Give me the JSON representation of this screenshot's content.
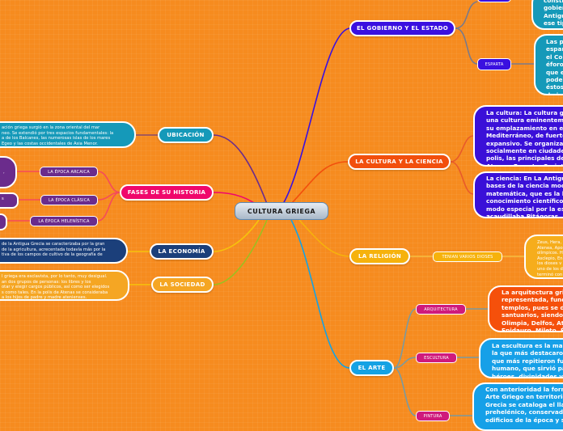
{
  "central": {
    "label": "CULTURA GRIEGA"
  },
  "right": {
    "gobierno": {
      "label": "EL GOBIERNO Y EL ESTADO",
      "children": [
        {
          "label": "",
          "text": "constitu\ngobier\nAntigu\nese tip"
        },
        {
          "label": "ESPARTA",
          "text": "Las p\nespar\nel Co\néforo\nque e\npoder\néstos\nde je"
        }
      ]
    },
    "cultura": {
      "label": "LA CULTURA Y LA CIENCIA",
      "children": [
        {
          "text": "La cultura: La cultura griega fue\nuna cultura eminentemente\nsu emplazamiento en el\nMediterráneo, de fuerte\nexpansivo. Se organizaba\nsocialmente en ciudades\npolis, las principales de\nAtenas, Esparta, Corinto"
        },
        {
          "text": "La ciencia: En La Antigua\nbases de la ciencia moderna\nmatemática, que es la base\nconocimiento científico,\nmodo especial por la escuela\nacaudillaba Pitágoras."
        }
      ]
    },
    "religion": {
      "label": "LA RELIGIÓN",
      "child_label": "TENIAN VARIOS DIOSES",
      "text": "Zeus, Hera,\nAtenea, Apolo\nolímpicos. H\nAsclepio, En\nlos dioses v\nuno de los d\nterminó con"
    },
    "arte": {
      "label": "EL ARTE",
      "children": [
        {
          "label": "ARQUITECTURA",
          "text": "La arquitectura griega\nrepresentada, funda\ntemplos, pues se de\nsantuarios, siendo l\nOlimpia, Delfos, Ate\nEpidauro, Mileto, Éf"
        },
        {
          "label": "ESCULTURA",
          "text": "La escultura es la man\nla que más destacaron\nque más repitieron fue\nhumano, que sirvió pa\nhéroes, divinidades y m"
        },
        {
          "label": "PINTURA",
          "text": "Con anterioridad la form\nArte Griego en territorio\nGrecia se cataloga el llam\nprehelénico, conservado\nedificios de la época y so"
        }
      ]
    }
  },
  "left": {
    "ubicacion": {
      "label": "UBICACIÓN",
      "text": "ación griega surgió en la zona oriental del mar\nneo. Se extendió por tres espacios fundamentales: la\na de los Balcanes, las numerosas islas de los mares\nEgeo y las costas occidentales de Asia Menor."
    },
    "fases": {
      "label": "FASES DE SU HISTORIA",
      "children": [
        {
          "label": "LA ÉPOCA ARCAICA",
          "text": ","
        },
        {
          "label": "LA ÉPOCA CLÁSICA",
          "text": "s"
        },
        {
          "label": "LA ÉPOCA HELENÍSTICA",
          "text": ""
        }
      ]
    },
    "economia": {
      "label": "LA ECONOMÍA",
      "text": "de la Antigua Grecia se caracterizaba por la gran\nde la agricultura, acrecentada todavía más por la\ntiva de los campos de cultivo de la geografía de"
    },
    "sociedad": {
      "label": "LA SOCIEDAD",
      "text": "l griega era esclavista, por lo tanto, muy desigual.\nan dos grupos de personas: los libres y los\notar y elegir cargos públicos, así como ser elegidos\ns como tales. En la polis de Atenas se consideraba\na los hijos de padre y madre atenienses."
    }
  },
  "colors": {
    "background": "#f68b1f",
    "gobierno": "#3a10e0",
    "cultura": "#f24f0d",
    "cultura_boxes": "#3a10d8",
    "religion": "#f6b20c",
    "arte": "#14a2e4",
    "arte_sub": "#cf1a7c",
    "ubicacion": "#1599b9",
    "fases": "#f0076b",
    "fases_sub": "#6b2c8c",
    "economia": "#1b3f7a",
    "sociedad": "#f5a623"
  }
}
